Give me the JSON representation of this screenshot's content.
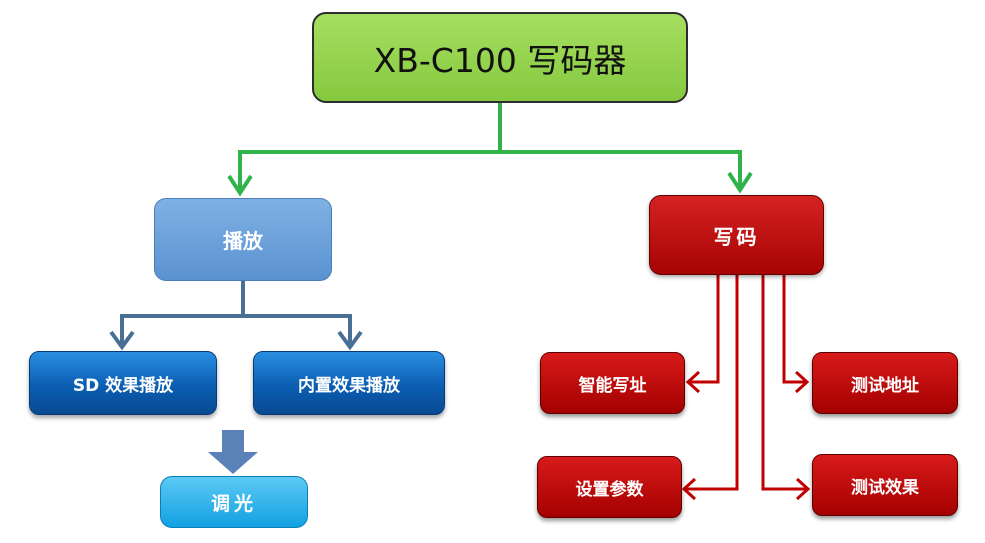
{
  "diagram": {
    "root": {
      "label": "XB-C100 写码器",
      "color": "#8fd14f"
    },
    "play": {
      "label": "播放",
      "children": [
        {
          "label": "SD 效果播放"
        },
        {
          "label": "内置效果播放"
        }
      ],
      "sub": {
        "label": "调光"
      }
    },
    "write": {
      "label": "写码",
      "children": [
        {
          "label": "智能写址"
        },
        {
          "label": "测试地址"
        },
        {
          "label": "设置参数"
        },
        {
          "label": "测试效果"
        }
      ]
    },
    "colors": {
      "green": "#2fb34a",
      "blue_line": "#4a6f95",
      "red_line": "#c00000",
      "down_arrow": "#5b82b8"
    }
  }
}
